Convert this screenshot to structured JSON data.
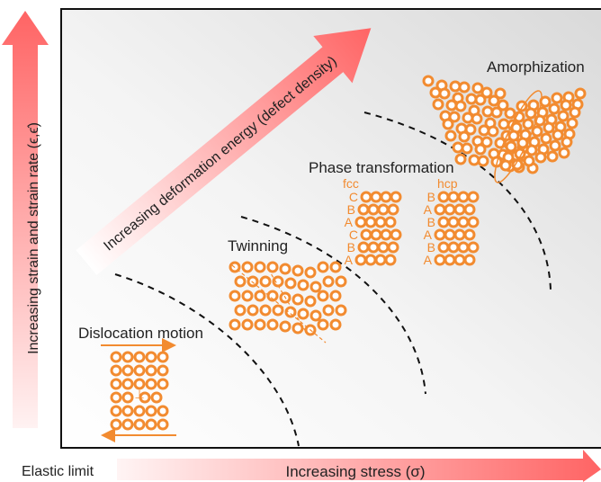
{
  "axes": {
    "y_label": "Increasing strain and strain rate  (ϵ,ϵ̇)",
    "x_label": "Increasing stress (σ)",
    "origin_label": "Elastic limit"
  },
  "energy_arrow_label": "Increasing deformation energy (defect density)",
  "regimes": {
    "dislocation": {
      "title": "Dislocation motion",
      "defect_symbol": "⊥"
    },
    "twinning": {
      "title": "Twinning"
    },
    "phase": {
      "title": "Phase transformation",
      "fcc": {
        "label": "fcc",
        "stacking": [
          "C",
          "B",
          "A",
          "C",
          "B",
          "A"
        ]
      },
      "hcp": {
        "label": "hcp",
        "stacking": [
          "B",
          "A",
          "B",
          "A",
          "B",
          "A"
        ]
      }
    },
    "amorphization": {
      "title": "Amorphization"
    }
  },
  "colors": {
    "arrow_gradient": [
      "#fff0f0",
      "#ff6b6b"
    ],
    "atom": "#f28b30",
    "atom_core": "#ffffff",
    "boundary": "#111111"
  }
}
